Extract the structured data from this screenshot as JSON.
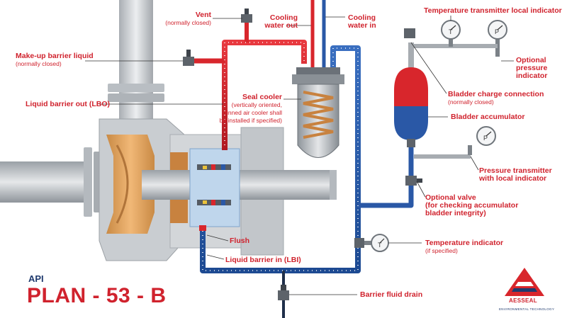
{
  "title": {
    "prefix": "API",
    "name": "PLAN - 53 - B"
  },
  "brand": {
    "name": "AESSEAL",
    "tagline": "ENVIRONMENTAL TECHNOLOGY"
  },
  "labels": {
    "vent": {
      "main": "Vent",
      "sub": "(normally closed)"
    },
    "cooling_water_out": {
      "line1": "Cooling",
      "line2": "water out"
    },
    "cooling_water_in": {
      "line1": "Cooling",
      "line2": "water in"
    },
    "make_up": {
      "main": "Make-up barrier liquid",
      "sub": "(normally closed)"
    },
    "lbo": "Liquid barrier out (LBO)",
    "seal_cooler": {
      "main": "Seal cooler",
      "sub1": "(vertically oriented,",
      "sub2": "finned air cooler shall",
      "sub3": "be installed if specified)"
    },
    "temp_transmitter": "Temperature transmitter local indicator",
    "optional_pressure": {
      "line1": "Optional",
      "line2": "pressure",
      "line3": "indicator"
    },
    "bladder_charge": {
      "main": "Bladder charge connection",
      "sub": "(normally closed)"
    },
    "bladder_accumulator": "Bladder accumulator",
    "pressure_transmitter": {
      "line1": "Pressure transmitter",
      "line2": "with local indicator"
    },
    "optional_valve": {
      "line1": "Optional valve",
      "line2": "(for checking accumulator",
      "line3": "bladder integrity)"
    },
    "temp_indicator": {
      "main": "Temperature indicator",
      "sub": "(if specified)"
    },
    "flush": "Flush",
    "lbi": "Liquid barrier in (LBI)",
    "drain": "Barrier fluid drain"
  },
  "gauge_marks": {
    "temperature": "T",
    "pressure": "P"
  },
  "colors": {
    "label_red": "#d0222d",
    "navy": "#1f3a6e",
    "hot_pipe": "#d8262c",
    "cold_pipe": "#2a58a6",
    "housing": "#c7cbcf",
    "impeller": "#e2a259"
  }
}
